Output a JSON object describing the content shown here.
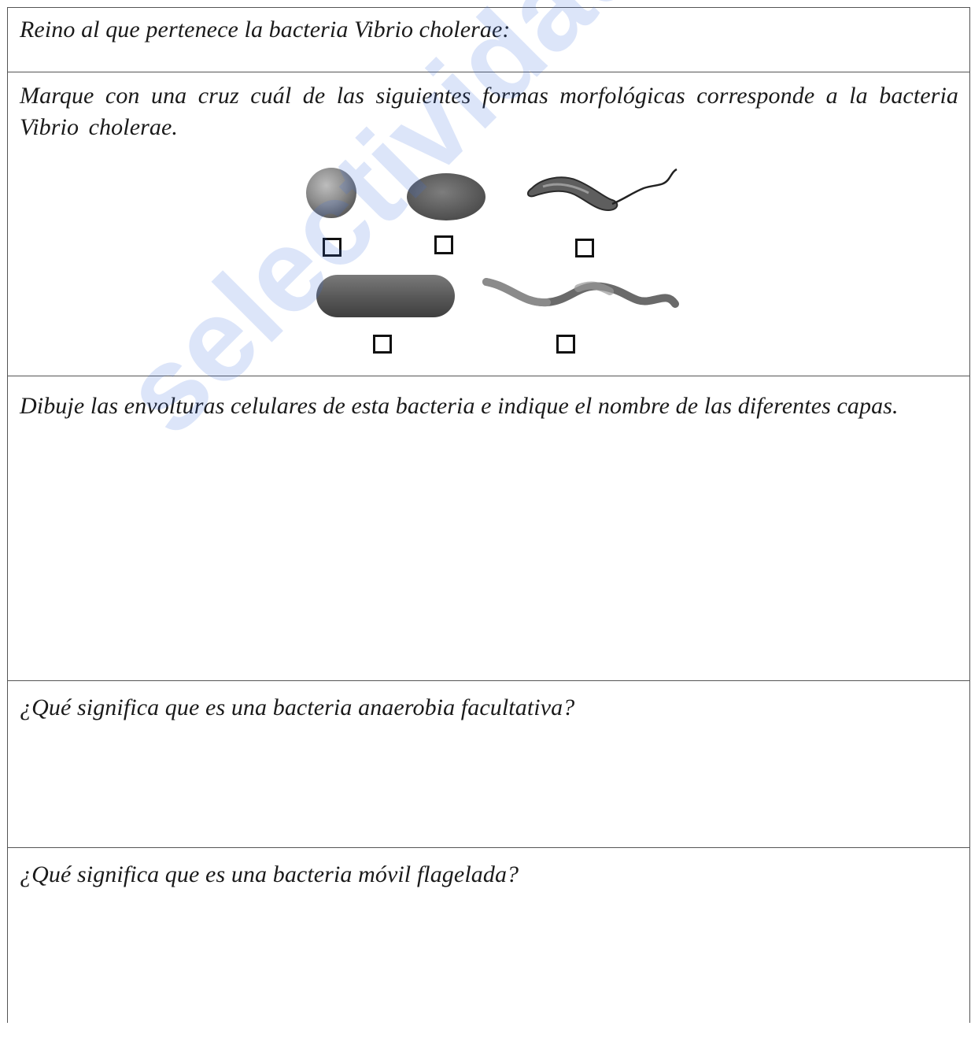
{
  "questions": [
    {
      "id": "q1",
      "text": "Reino al que pertenece la bacteria Vibrio cholerae:"
    },
    {
      "id": "q2",
      "text": "Marque con una cruz cuál de las siguientes formas morfológicas corresponde a la bacteria Vibrio cholerae."
    },
    {
      "id": "q3",
      "text": "Dibuje las envolturas celulares de esta bacteria e indique el nombre de las diferentes capas."
    },
    {
      "id": "q4",
      "text": "¿Qué significa que es una bacteria anaerobia facultativa?"
    },
    {
      "id": "q5",
      "text": "¿Qué significa que es una bacteria móvil flagelada?"
    }
  ],
  "morphologies": [
    {
      "id": "coco",
      "icon": "sphere-bacterium-icon",
      "checked": false
    },
    {
      "id": "cocobacilo",
      "icon": "oval-bacterium-icon",
      "checked": false
    },
    {
      "id": "vibrio",
      "icon": "curved-flagellated-bacterium-icon",
      "checked": false
    },
    {
      "id": "bacilo",
      "icon": "rod-bacterium-icon",
      "checked": false
    },
    {
      "id": "espirilo",
      "icon": "spiral-bacterium-icon",
      "checked": false
    }
  ],
  "watermark": {
    "text": "selectividad.ac",
    "color": "#3b6fe0"
  }
}
